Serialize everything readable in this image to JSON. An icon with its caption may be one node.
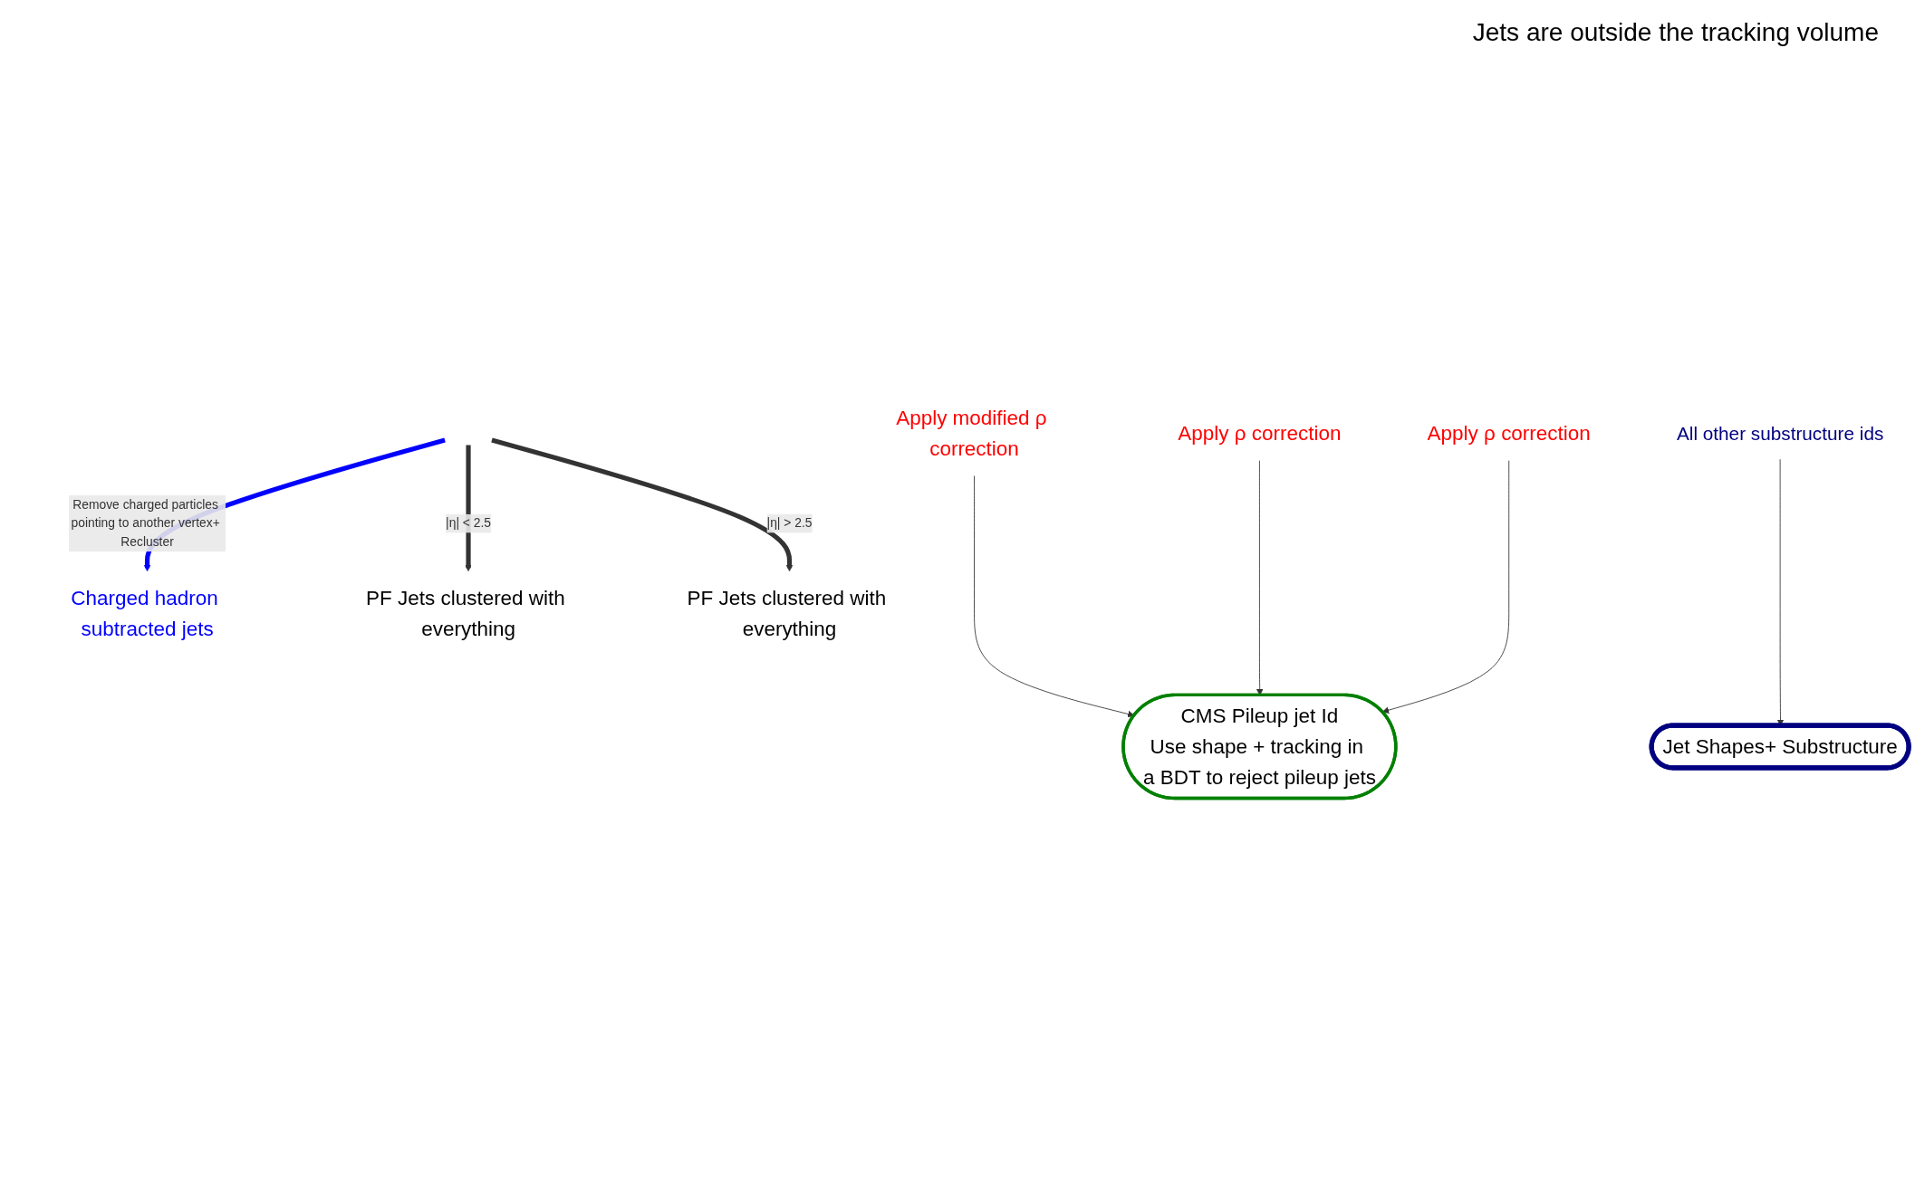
{
  "diagram": {
    "nodes": [
      {
        "text": [
          "Charged hadron subtracted jets"
        ]
      },
      {
        "text": [
          "PF Jets clustered with everything"
        ]
      },
      {
        "text": [
          "PF Jets clustered with everything"
        ]
      },
      {
        "text": [
          "Apply modified ρ correction"
        ]
      },
      {
        "text": [
          "Apply ρ correction"
        ]
      },
      {
        "text": [
          "Apply ρ correction"
        ]
      },
      {
        "text": [
          "All other substructure ids"
        ]
      },
      {
        "text": [
          "Jet Shapes+ Substructure"
        ]
      },
      {
        "text": [
          "CMS Pileup jet Id",
          "Use shape + tracking in a BDT to reject pileup jets"
        ]
      }
    ],
    "edges": [
      {
        "from": null,
        "to": 0,
        "arrow": "to",
        "label": "Remove charged particles pointing to another vertex+ Recluster",
        "style": "thick",
        "color": "#0000ff"
      },
      {
        "from": null,
        "to": 1,
        "arrow": "to",
        "label": "|η| < 2.5",
        "style": "thick"
      },
      {
        "from": null,
        "to": 2,
        "arrow": "to",
        "label": "|η| > 2.5",
        "style": "thick"
      },
      {
        "from": 3,
        "to": 8,
        "arrow": "to"
      },
      {
        "from": 4,
        "to": 8,
        "arrow": "to"
      },
      {
        "from": 5,
        "to": 8,
        "arrow": "to"
      },
      {
        "from": 6,
        "to": 7,
        "arrow": "to"
      }
    ],
    "labels": [
      "Jets are outside the tracking volume"
    ]
  }
}
